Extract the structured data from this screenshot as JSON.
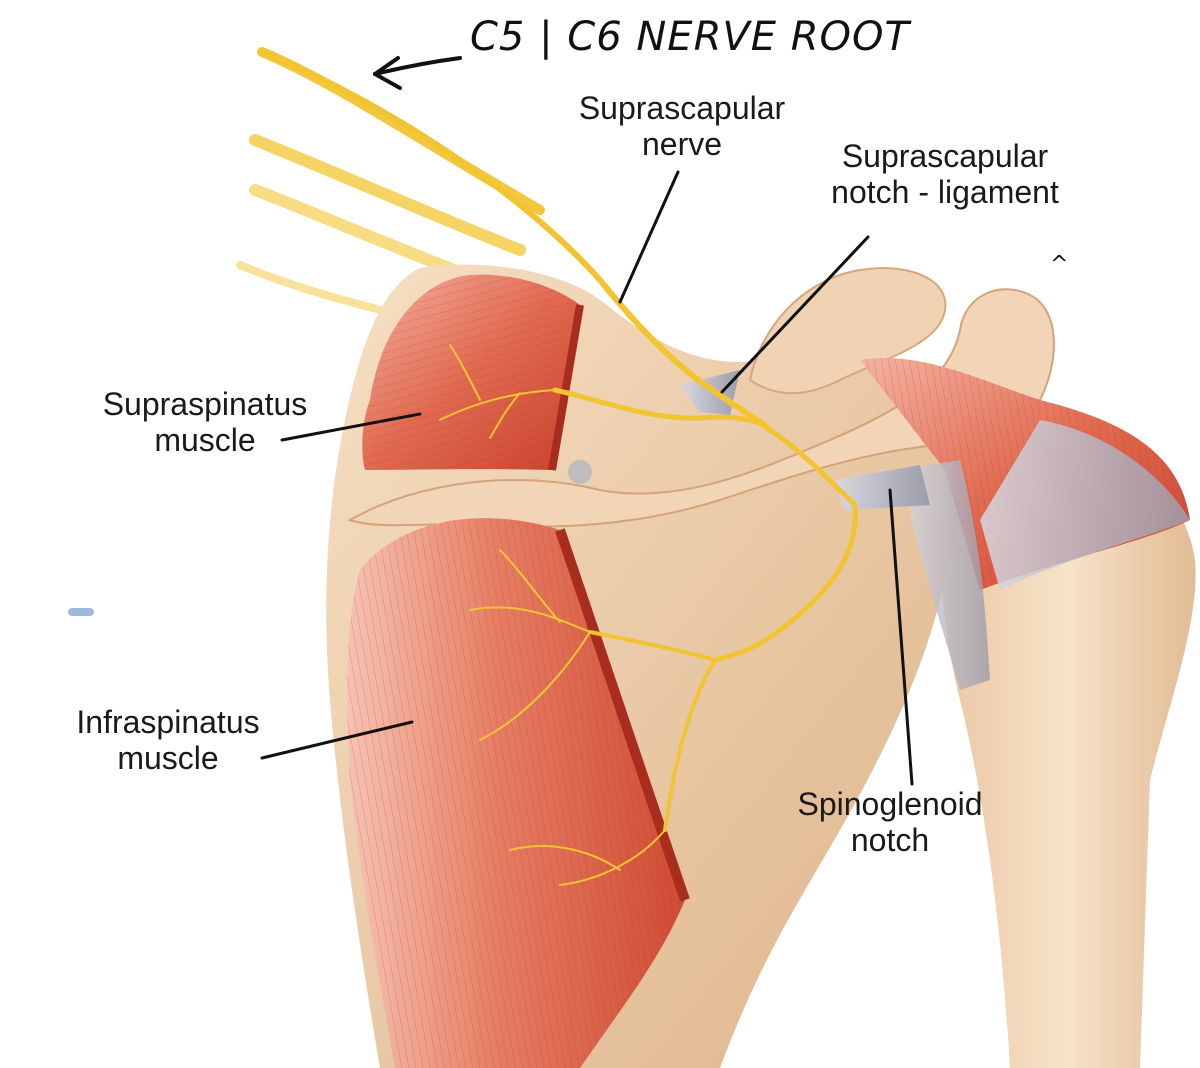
{
  "annotation": {
    "handwritten": "C5 | C6 NERVE ROOT",
    "caret": "^"
  },
  "labels": {
    "suprascapular_nerve": [
      "Suprascapular",
      "nerve"
    ],
    "suprascapular_notch": [
      "Suprascapular",
      "notch - ligament"
    ],
    "supraspinatus": [
      "Supraspinatus",
      "muscle"
    ],
    "infraspinatus": [
      "Infraspinatus",
      "muscle"
    ],
    "spinoglenoid": [
      "Spinoglenoid",
      "notch"
    ]
  },
  "colors": {
    "bone": "#ecc9a4",
    "bone_shadow": "#d6a77c",
    "muscle": "#d9553e",
    "muscle_light": "#f2a08a",
    "nerve": "#f2c431",
    "ligament": "#b9b9c4",
    "leader": "#111111"
  }
}
